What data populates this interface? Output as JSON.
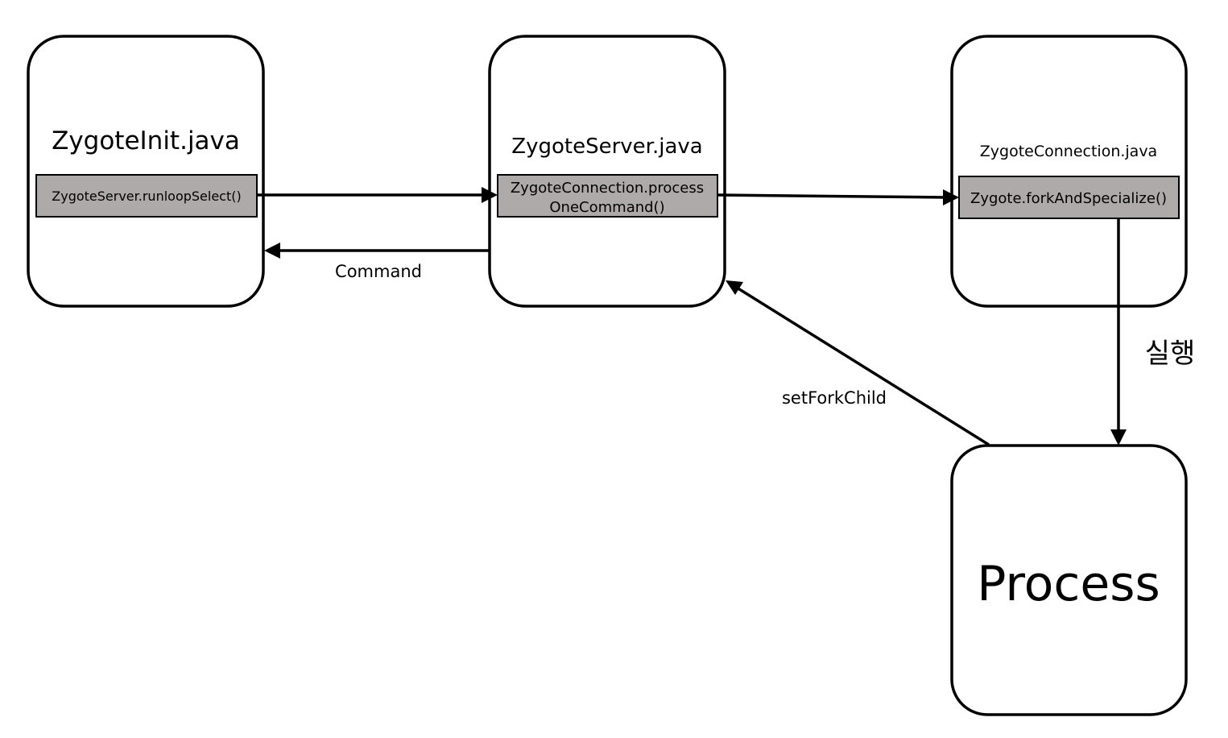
{
  "colors": {
    "background": "#ffffff",
    "stroke": "#000000",
    "method_fill": "#aeaaaa",
    "text": "#000000"
  },
  "nodes": {
    "zygote_init": {
      "title": "ZygoteInit.java",
      "method": "ZygoteServer.runloopSelect()"
    },
    "zygote_server": {
      "title": "ZygoteServer.java",
      "method_line1": "ZygoteConnection.process",
      "method_line2": "OneCommand()"
    },
    "zygote_connection": {
      "title": "ZygoteConnection.java",
      "method": "Zygote.forkAndSpecialize()"
    },
    "process": {
      "title": "Process"
    }
  },
  "edges": {
    "command": "Command",
    "set_fork_child": "setForkChild",
    "execute": "실행"
  }
}
